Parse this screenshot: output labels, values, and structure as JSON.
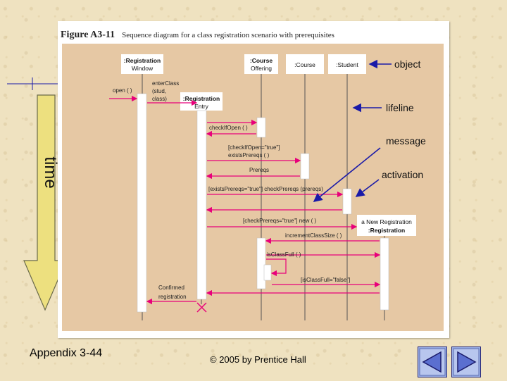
{
  "figure": {
    "number": "Figure A3-11",
    "caption": "Sequence diagram for a class registration scenario with prerequisites"
  },
  "objects": {
    "registration_window": ":Registration Window",
    "course_offering": ":Course Offering",
    "course": ":Course",
    "student": ":Student",
    "registration_entry": ":Registration Entry",
    "new_registration": "a New Registration :Registration"
  },
  "messages": {
    "open": "open ( )",
    "enter_class": "enterClass (stud, class)",
    "check_if_open": "checkIfOpen ( )",
    "if_open_exists_prereqs": "[checkIfOpen=\"true\"] existsPrereqs ( )",
    "prereqs": "Prereqs",
    "exists_prereqs_check": "[existsPrereqs=\"true\"] checkPrereqs (prereqs)",
    "check_prereqs_new": "[checkPrereqs=\"true\"] new ( )",
    "increment_class_size": "incrementClassSize ( )",
    "is_class_full": "isClassFull ( )",
    "is_class_full_false": "[isClassFull=\"false\"]",
    "confirmed_registration": "Confirmed registration"
  },
  "annotations": {
    "object": "object",
    "lifeline": "lifeline",
    "message": "message",
    "activation": "activation",
    "time": "time"
  },
  "footer": {
    "left": "Appendix 3-44",
    "center": "© 2005 by Prentice Hall"
  },
  "nav": {
    "prev_icon": "triangle-left-icon",
    "next_icon": "triangle-right-icon"
  },
  "colors": {
    "arrow": "#e8007a",
    "annotation_arrow": "#1a1aa8",
    "diagram_bg": "#e6c8a4",
    "time_arrow": "#ede07f"
  }
}
